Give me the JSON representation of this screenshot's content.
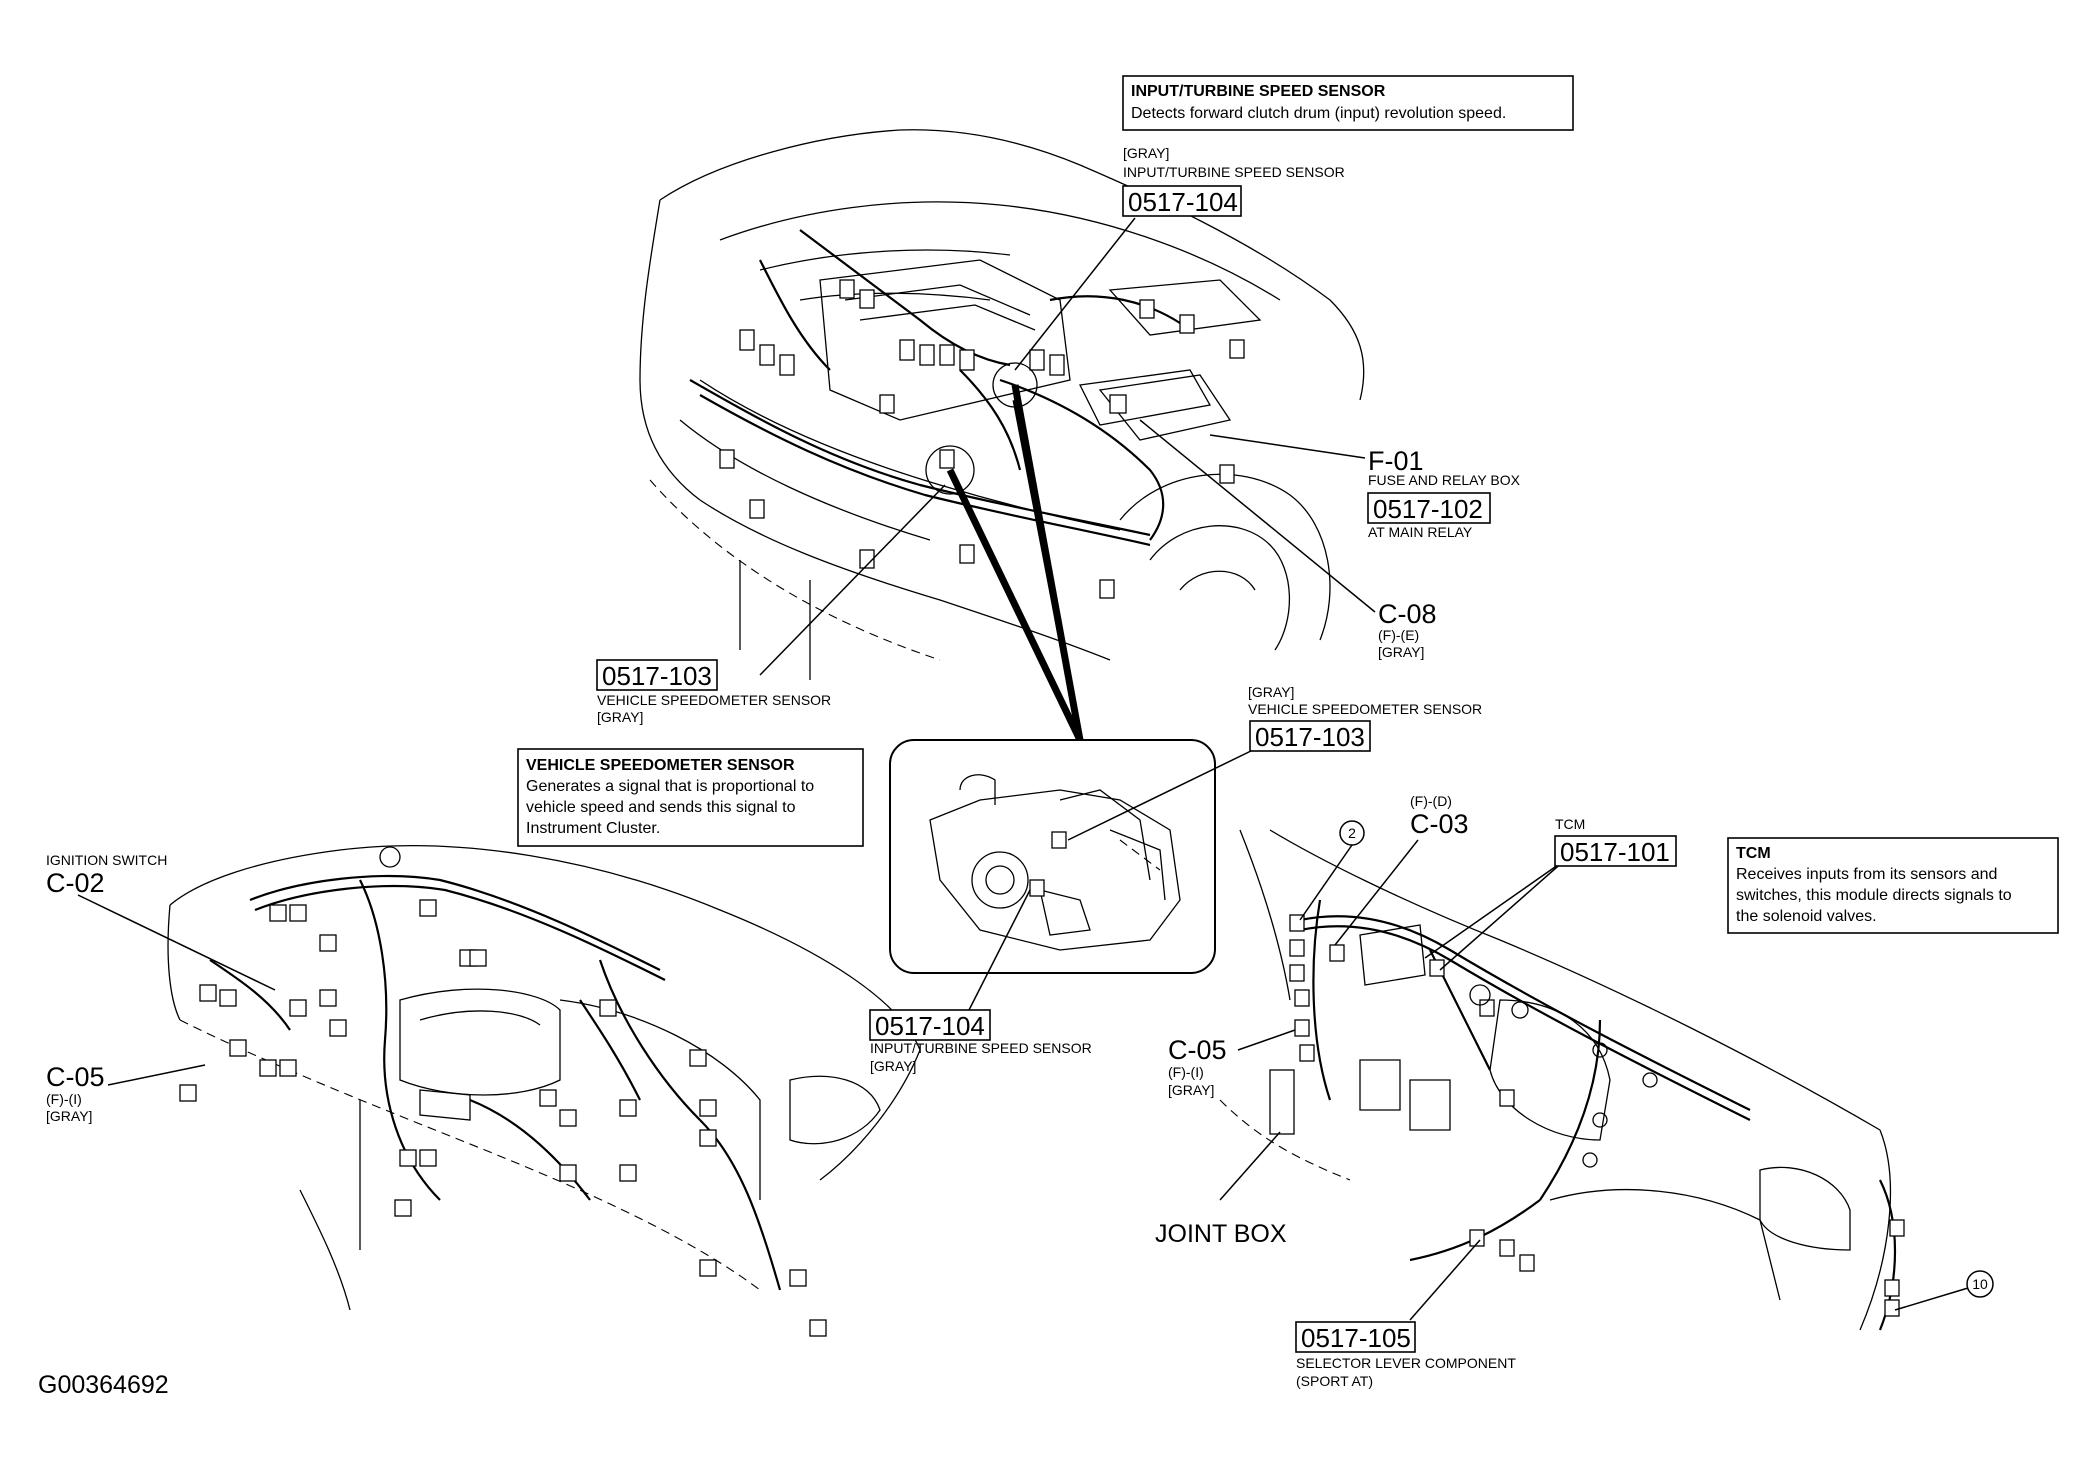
{
  "figure_id": "G00364692",
  "callouts": {
    "input_turbine": {
      "title": "INPUT/TURBINE SPEED SENSOR",
      "body": "Detects forward clutch drum (input) revolution speed."
    },
    "vehicle_speedometer": {
      "title": "VEHICLE SPEEDOMETER SENSOR",
      "lines": [
        "Generates a signal that is proportional to",
        "vehicle speed and sends this signal to",
        "Instrument Cluster."
      ]
    },
    "tcm": {
      "title": "TCM",
      "lines": [
        "Receives inputs from its sensors and",
        "switches, this module directs signals to",
        "the solenoid valves."
      ]
    }
  },
  "labels": {
    "top_input": {
      "line1": "[GRAY]",
      "line2": "INPUT/TURBINE SPEED SENSOR",
      "code": "0517-104"
    },
    "f01": {
      "id": "F-01",
      "name": "FUSE AND RELAY BOX",
      "code": "0517-102",
      "sub": "AT MAIN RELAY"
    },
    "c08": {
      "id": "C-08",
      "line1": "(F)-(E)",
      "line2": "[GRAY]"
    },
    "left_speedo": {
      "code": "0517-103",
      "line1": "VEHICLE SPEEDOMETER SENSOR",
      "line2": "[GRAY]"
    },
    "detail_speedo": {
      "line1": "[GRAY]",
      "line2": "VEHICLE SPEEDOMETER SENSOR",
      "code": "0517-103"
    },
    "detail_input": {
      "code": "0517-104",
      "line1": "INPUT/TURBINE SPEED SENSOR",
      "line2": "[GRAY]"
    },
    "ignition": {
      "name": "IGNITION SWITCH",
      "id": "C-02"
    },
    "c05_left": {
      "id": "C-05",
      "line1": "(F)-(I)",
      "line2": "[GRAY]"
    },
    "c03": {
      "line1": "(F)-(D)",
      "id": "C-03"
    },
    "tcm_label": {
      "name": "TCM",
      "code": "0517-101"
    },
    "c05_right": {
      "id": "C-05",
      "line1": "(F)-(I)",
      "line2": "[GRAY]"
    },
    "joint_box": {
      "name": "JOINT BOX"
    },
    "selector": {
      "code": "0517-105",
      "line1": "SELECTOR LEVER COMPONENT",
      "line2": "(SPORT AT)"
    },
    "circle_2": "2",
    "circle_10": "10"
  }
}
